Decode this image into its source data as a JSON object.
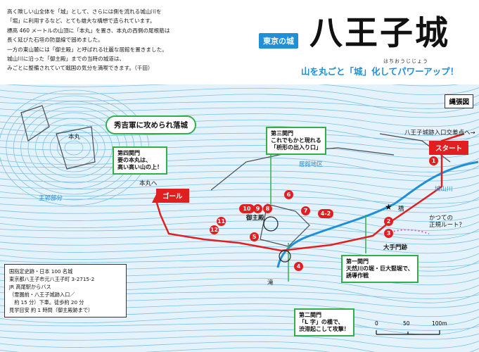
{
  "intro_lines": [
    "高く険しい山全体を「城」として、さらには側を流れる城山川を",
    "「堀」に利用するなど、とても雄大な構想で造られています。",
    "標高 460 メートルの山頂に「本丸」を置き、本丸の西側の尾根筋は",
    "長く延びた石垣の防塁線で固めました。",
    "一方の東山麓には「御主殿」と呼ばれる壮麗な居館を置きました。",
    "城山川に沿った「御主殿」までの当時の城道は、",
    "みごとに整備されていて戦国の気分を満喫できます。（千田）"
  ],
  "series_badge": "東京の城",
  "title": "八王子城",
  "title_reading": "はちおうじじょう",
  "subtitle": "山を丸ごと「城」化してパワーアップ！",
  "map": {
    "legend_title": "縄張図",
    "start_label": "スタート",
    "goal_label": "ゴール",
    "entrance_note": "八王子城跡入口交差点へ→",
    "labels": {
      "honmaru": "本丸",
      "honmaru_to": "本丸へ",
      "shukaku": "主郭部分",
      "kyokan": "居館地区",
      "goshuden": "御主殿",
      "taki": "滝",
      "hashi": "橋",
      "shiroyamagawa": "城山川",
      "otemon": "大手門跡",
      "old_route": "かつての\n正規ルート？"
    },
    "pill": "秀吉軍に攻められ落城",
    "annotations": {
      "gate4": "第四関門\n要の本丸は、\n高い高い山の上！",
      "gate3": "第三関門\nこれでもかと現れる\n「枡形の出入り口」",
      "gate1": "第一関門\n天然川の堀・巨大竪堀で、\n誘導作戦",
      "gate2": "第二関門\n「L 字」の橋で、\n渋滞起こして攻撃！"
    },
    "route_numbers": [
      "1",
      "2",
      "3",
      "4",
      "4-2",
      "5",
      "6",
      "7",
      "8",
      "9",
      "10",
      "11",
      "12"
    ],
    "info_lines": [
      "国指定史跡・日本 100 名城",
      "東京都八王子市元八王子町 3-2715-2",
      "JR 高尾駅からバス",
      "（霊園前・八王子城跡入口／",
      "　約 15 分）下車。徒歩約 20 分",
      "見学目安 約 1 時間（御主殿跡まで）"
    ],
    "scale_ticks": [
      "0",
      "50",
      "100m"
    ]
  }
}
